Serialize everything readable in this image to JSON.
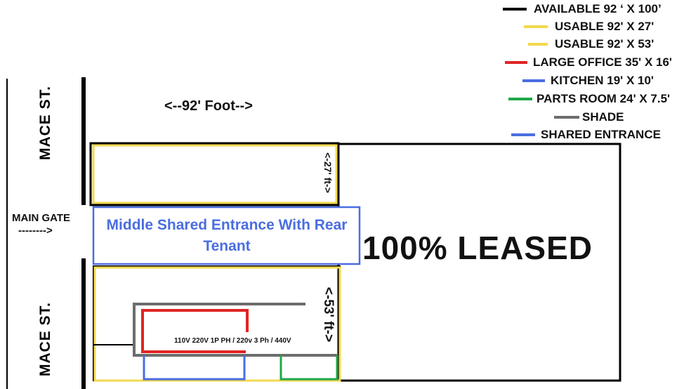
{
  "legend": [
    {
      "label": "AVAILABLE 92 ‘ X 100’",
      "color": "#000000"
    },
    {
      "label": "USABLE 92' X 27'",
      "color": "#f2d94e"
    },
    {
      "label": "USABLE 92' X 53'",
      "color": "#f2d94e"
    },
    {
      "label": "LARGE OFFICE 35' X 16'",
      "color": "#e02424"
    },
    {
      "label": "KITCHEN 19' X 10'",
      "color": "#4a6de0"
    },
    {
      "label": "PARTS ROOM 24' X 7.5'",
      "color": "#1fa84a"
    },
    {
      "label": "SHADE",
      "color": "#6d6d6d"
    },
    {
      "label": "SHARED ENTRANCE",
      "color": "#4a6de0"
    }
  ],
  "streets": {
    "top": "MACE ST.",
    "bottom": "MACE ST."
  },
  "width_label": "<--92' Foot-->",
  "main_gate": {
    "label": "MAIN GATE",
    "arrow": "-------->"
  },
  "shared_entrance_label": "Middle Shared Entrance With Rear Tenant",
  "leased_label": "100% LEASED",
  "depth_top": "<-27' ft->",
  "depth_bottom": "<-53' ft->",
  "power_note": "110V 220V 1P PH / 220v 3 Ph / 440V",
  "colors": {
    "accent_blue": "#4a6de0",
    "usable_yellow": "#f2d94e",
    "office_red": "#e02424",
    "parts_green": "#1fa84a",
    "shade_gray": "#6d6d6d"
  }
}
